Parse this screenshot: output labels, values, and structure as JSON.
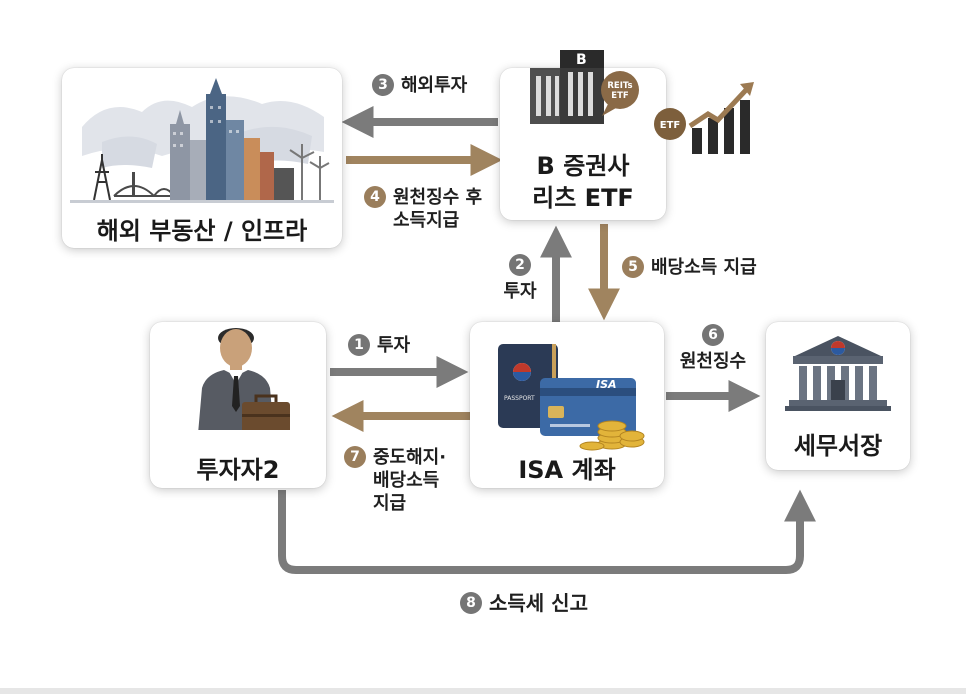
{
  "nodes": {
    "overseas": {
      "title": "해외 부동산 / 인프라"
    },
    "securities": {
      "title_line1": "B 증권사",
      "title_line2": "리츠 ETF",
      "building_letter": "B",
      "bubble_line1": "REITs",
      "bubble_line2": "ETF",
      "etf_tag": "ETF"
    },
    "investor": {
      "title": "투자자2"
    },
    "isa": {
      "title": "ISA 계좌",
      "card_label": "ISA",
      "passport_label": "PASSPORT"
    },
    "tax_office": {
      "title": "세무서장"
    }
  },
  "steps": [
    {
      "num": "1",
      "lines": [
        "투자"
      ]
    },
    {
      "num": "2",
      "lines": [
        "투자"
      ]
    },
    {
      "num": "3",
      "lines": [
        "해외투자"
      ]
    },
    {
      "num": "4",
      "lines": [
        "원천징수 후",
        "소득지급"
      ]
    },
    {
      "num": "5",
      "lines": [
        "배당소득 지급"
      ]
    },
    {
      "num": "6",
      "lines": [
        "원천징수"
      ]
    },
    {
      "num": "7",
      "lines": [
        "중도해지·",
        "배당소득",
        "지급"
      ]
    },
    {
      "num": "8",
      "lines": [
        "소득세 신고"
      ]
    }
  ],
  "colors": {
    "gray_arrow": "#7b7b7b",
    "brown_arrow": "#a0845f",
    "gray_badge": "#757575",
    "brown_badge": "#9a7e5c"
  }
}
